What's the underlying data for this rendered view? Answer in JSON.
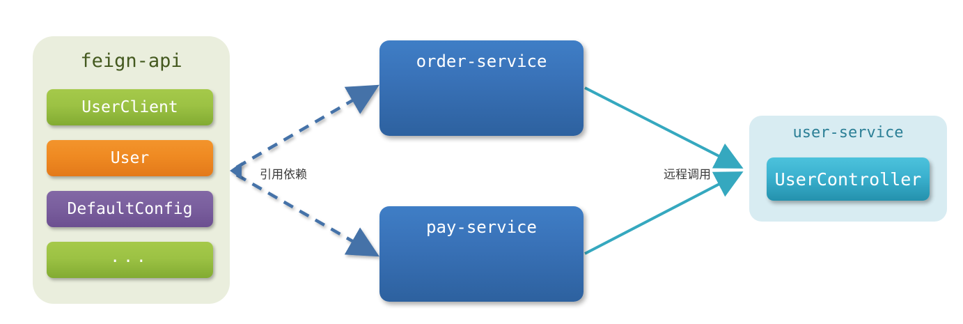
{
  "diagram": {
    "title": "feign-api dependency and remote call diagram",
    "colors": {
      "panel_green_bg": "#eaeedd",
      "panel_cyan_bg": "#d8ecf2",
      "box_blue": "#3972b8",
      "box_green": "#9cc244",
      "box_orange": "#ef8a22",
      "box_purple": "#7a5f9e",
      "box_teal": "#3bb1cf",
      "arrow_dashed_blue": "#4472a8",
      "arrow_solid_teal": "#35a8bf",
      "title_green": "#44591f",
      "title_teal": "#2b7f96"
    }
  },
  "feign_panel": {
    "title": "feign-api",
    "items": [
      {
        "label": "UserClient",
        "style": "green"
      },
      {
        "label": "User",
        "style": "orange"
      },
      {
        "label": "DefaultConfig",
        "style": "purple"
      },
      {
        "label": "...",
        "style": "green"
      }
    ]
  },
  "services": [
    {
      "name": "order-service"
    },
    {
      "name": "pay-service"
    }
  ],
  "user_panel": {
    "title": "user-service",
    "component": "UserController"
  },
  "edges": [
    {
      "label": "引用依赖",
      "style": "dashed",
      "color": "#4472a8",
      "from": "feign-api",
      "to": [
        "order-service",
        "pay-service"
      ]
    },
    {
      "label": "远程调用",
      "style": "solid",
      "color": "#35a8bf",
      "from": [
        "order-service",
        "pay-service"
      ],
      "to": "user-service"
    }
  ]
}
